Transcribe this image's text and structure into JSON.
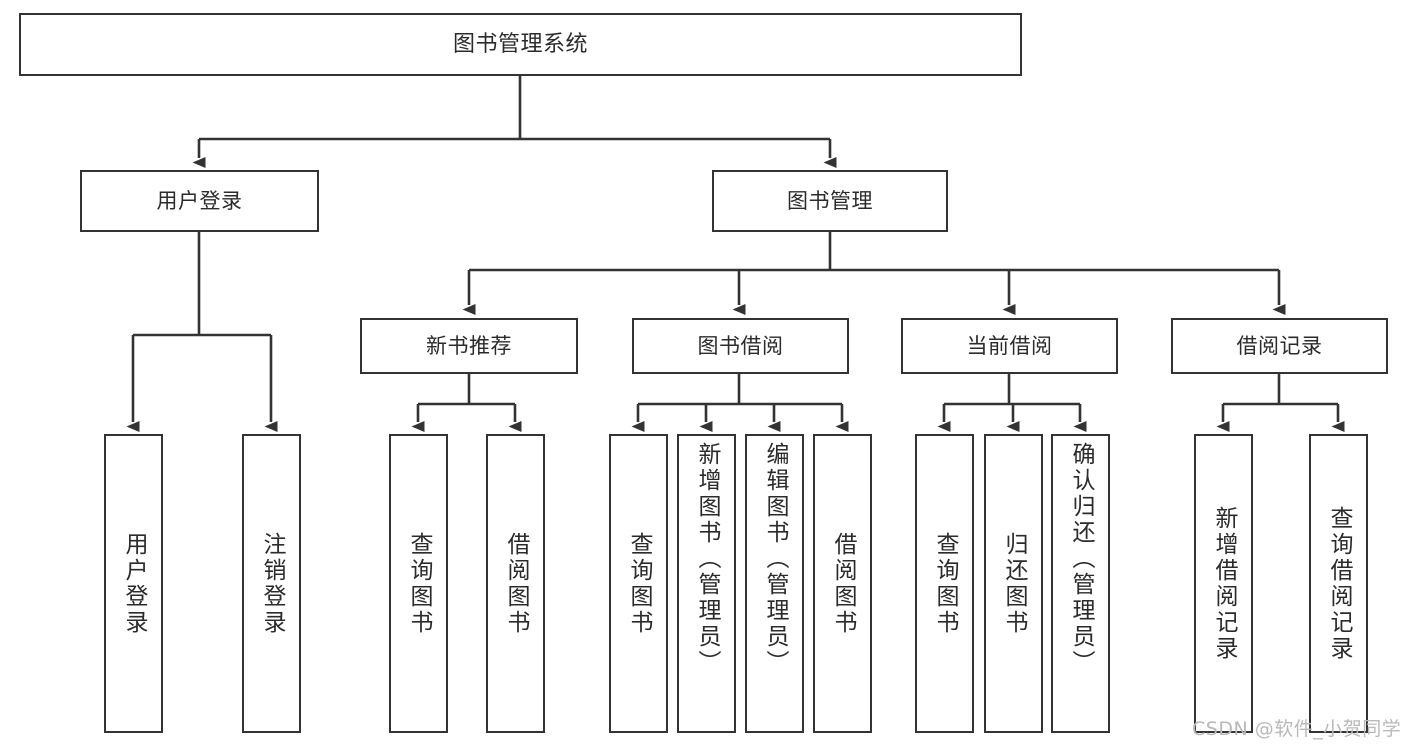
{
  "diagram": {
    "title": "图书管理系统",
    "type": "hierarchy-tree",
    "colors": {
      "background": "#ffffff",
      "box_border": "#333333",
      "box_fill": "#ffffff",
      "connector": "#333333",
      "text": "#2b2b2b",
      "watermark": "#b9b9b9"
    },
    "levels": [
      {
        "level": 1,
        "nodes": [
          {
            "id": "root",
            "label": "图书管理系统",
            "orientation": "horizontal"
          }
        ]
      },
      {
        "level": 2,
        "nodes": [
          {
            "id": "login",
            "label": "用户登录",
            "orientation": "horizontal",
            "parent": "root"
          },
          {
            "id": "bookmgmt",
            "label": "图书管理",
            "orientation": "horizontal",
            "parent": "root"
          }
        ]
      },
      {
        "level": 3,
        "nodes": [
          {
            "id": "newbook",
            "label": "新书推荐",
            "orientation": "horizontal",
            "parent": "bookmgmt"
          },
          {
            "id": "borrow",
            "label": "图书借阅",
            "orientation": "horizontal",
            "parent": "bookmgmt"
          },
          {
            "id": "current",
            "label": "当前借阅",
            "orientation": "horizontal",
            "parent": "bookmgmt"
          },
          {
            "id": "records",
            "label": "借阅记录",
            "orientation": "horizontal",
            "parent": "bookmgmt"
          }
        ]
      },
      {
        "level": 4,
        "nodes": [
          {
            "id": "leaf1",
            "label": "用户登录",
            "orientation": "vertical",
            "parent": "login"
          },
          {
            "id": "leaf2",
            "label": "注销登录",
            "orientation": "vertical",
            "parent": "login"
          },
          {
            "id": "leaf3",
            "label": "查询图书",
            "orientation": "vertical",
            "parent": "newbook"
          },
          {
            "id": "leaf4",
            "label": "借阅图书",
            "orientation": "vertical",
            "parent": "newbook"
          },
          {
            "id": "leaf5",
            "label": "查询图书",
            "orientation": "vertical",
            "parent": "borrow"
          },
          {
            "id": "leaf6",
            "label": "新增图书（管理员）",
            "orientation": "vertical",
            "parent": "borrow"
          },
          {
            "id": "leaf7",
            "label": "编辑图书（管理员）",
            "orientation": "vertical",
            "parent": "borrow"
          },
          {
            "id": "leaf8",
            "label": "借阅图书",
            "orientation": "vertical",
            "parent": "borrow"
          },
          {
            "id": "leaf9",
            "label": "查询图书",
            "orientation": "vertical",
            "parent": "current"
          },
          {
            "id": "leaf10",
            "label": "归还图书",
            "orientation": "vertical",
            "parent": "current"
          },
          {
            "id": "leaf11",
            "label": "确认归还（管理员）",
            "orientation": "vertical",
            "parent": "current"
          },
          {
            "id": "leaf12",
            "label": "新增借阅记录",
            "orientation": "vertical",
            "parent": "records"
          },
          {
            "id": "leaf13",
            "label": "查询借阅记录",
            "orientation": "vertical",
            "parent": "records"
          }
        ]
      }
    ]
  },
  "watermark": {
    "text": "CSDN @软件_小贺同学"
  }
}
